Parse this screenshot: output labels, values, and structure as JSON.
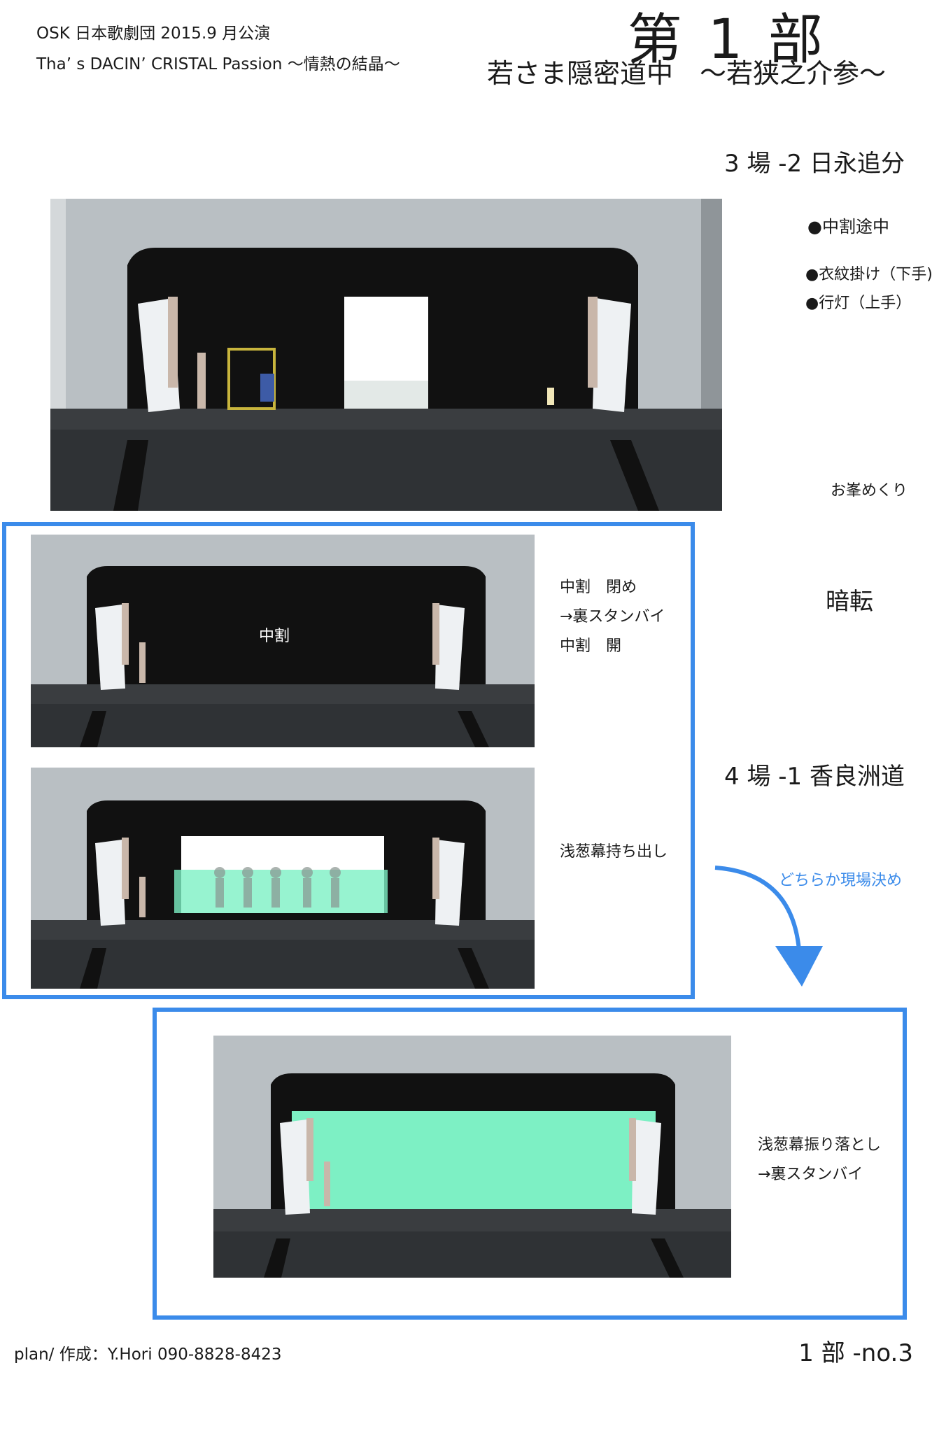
{
  "header": {
    "line1": "OSK 日本歌劇団 2015.9 月公演",
    "line2": "Tha’ s DACIN’ CRISTAL Passion ～情熱の結晶～",
    "part_title": "第 1 部",
    "part_subtitle": "若さま隠密道中　～若狭之介参～"
  },
  "scenes": {
    "scene_a_label": "3 場 -2 日永追分",
    "scene_a_notes": [
      "●中割途中",
      "●衣紋掛け（下手)",
      "●行灯（上手）"
    ],
    "scene_a_aside": "お峯めくり",
    "transition_label": "暗転",
    "frame1_notes": [
      "中割　閉め",
      "→裏スタンバイ",
      "中割　開"
    ],
    "center_curtain_label": "中割",
    "scene_b_label": "4 場 -1 香良洲道",
    "frame1_b_note": "浅葱幕持ち出し",
    "arrow_note": "どちらか現場決め",
    "frame2_notes": [
      "浅葱幕振り落とし",
      "→裏スタンバイ"
    ]
  },
  "footer": {
    "credit": "plan/ 作成：Y.Hori 090-8828-8423",
    "page": "1 部 -no.3"
  },
  "colors": {
    "frame_blue": "#3b8bea",
    "stage_gray": "#b9bfc3",
    "stage_black": "#111111",
    "floor_dark": "#3a3d40",
    "asagi_curtain": "#7df0c4"
  }
}
